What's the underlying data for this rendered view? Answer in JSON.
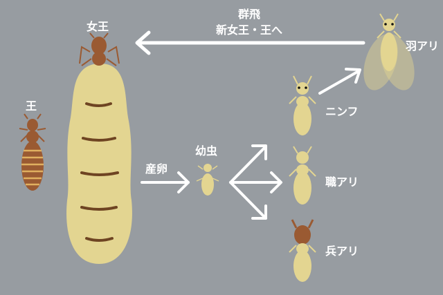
{
  "labels": {
    "swarming": "群飛",
    "to_new_royals": "新女王・王へ",
    "queen": "女王",
    "king": "王",
    "alate": "羽アリ",
    "nymph": "ニンフ",
    "egg_laying": "産卵",
    "larva": "幼虫",
    "worker": "職アリ",
    "soldier": "兵アリ"
  },
  "colors": {
    "background": "#979ca1",
    "body": "#e3d591",
    "royal_brown": "#9a5a32",
    "stripe": "#6e4422",
    "arrow": "#ffffff"
  }
}
